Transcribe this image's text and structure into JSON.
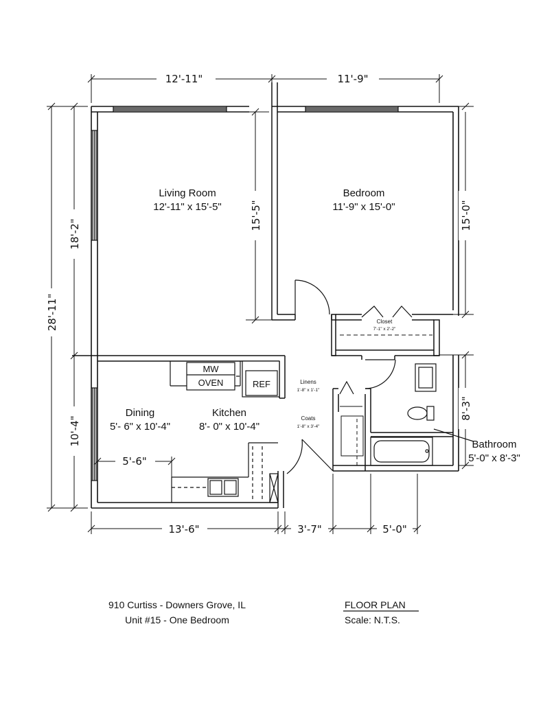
{
  "dimensions": {
    "top_left": "12'-11\"",
    "top_right": "11'-9\"",
    "left_total": "28'-11\"",
    "left_upper": "18'-2\"",
    "left_lower": "10'-4\"",
    "living_height": "15'-5\"",
    "bedroom_height": "15'-0\"",
    "bath_height": "8'-3\"",
    "dining_width": "5'-6\"",
    "bottom_left": "13'-6\"",
    "bottom_middle": "3'-7\"",
    "bottom_right": "5'-0\""
  },
  "rooms": {
    "living": {
      "name": "Living Room",
      "size": "12'-11\" x 15'-5\""
    },
    "bedroom": {
      "name": "Bedroom",
      "size": "11'-9\" x 15'-0\""
    },
    "dining": {
      "name": "Dining",
      "size": "5'- 6\" x 10'-4\""
    },
    "kitchen": {
      "name": "Kitchen",
      "size": "8'- 0\" x 10'-4\""
    },
    "bathroom": {
      "name": "Bathroom",
      "size": "5'-0\" x 8'-3\""
    },
    "closet": {
      "name": "Closet",
      "size": "7'-1\" x 2'-2\""
    },
    "linens": {
      "name": "Linens",
      "size": "1'-8\" x 1'-1\""
    },
    "coats": {
      "name": "Coats",
      "size": "1'-8\" x 3'-4\""
    }
  },
  "appliances": {
    "microwave": "MW",
    "oven": "OVEN",
    "refrigerator": "REF"
  },
  "caption": {
    "address": "910 Curtiss - Downers Grove, IL",
    "unit": "Unit #15 - One Bedroom",
    "plan_title": "FLOOR PLAN",
    "scale": "Scale:  N.T.S."
  }
}
